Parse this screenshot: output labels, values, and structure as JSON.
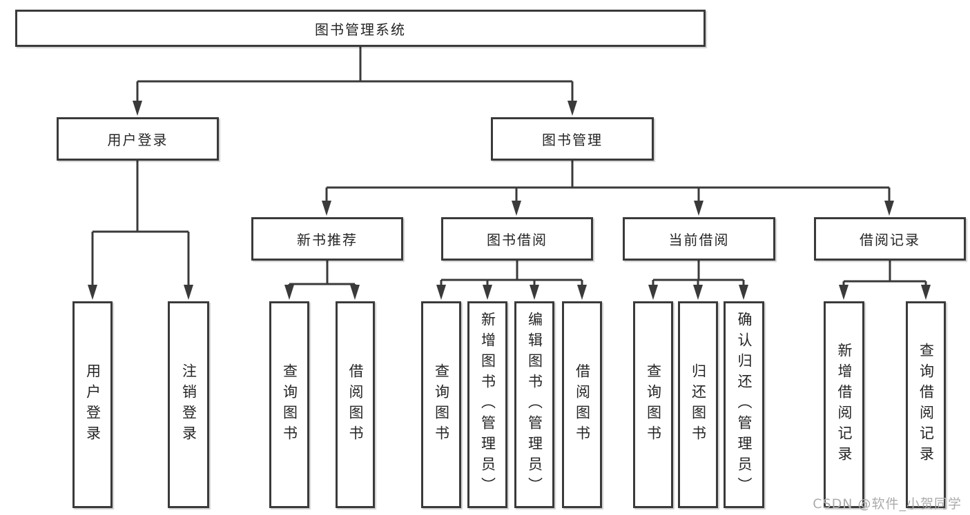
{
  "tree": {
    "label": "图书管理系统",
    "children": [
      {
        "label": "用户登录",
        "children": [
          {
            "label": "用户登录"
          },
          {
            "label": "注销登录"
          }
        ]
      },
      {
        "label": "图书管理",
        "children": [
          {
            "label": "新书推荐",
            "children": [
              {
                "label": "查询图书"
              },
              {
                "label": "借阅图书"
              }
            ]
          },
          {
            "label": "图书借阅",
            "children": [
              {
                "label": "查询图书"
              },
              {
                "label": "新增图书（管理员）"
              },
              {
                "label": "编辑图书（管理员）"
              },
              {
                "label": "借阅图书"
              }
            ]
          },
          {
            "label": "当前借阅",
            "children": [
              {
                "label": "查询图书"
              },
              {
                "label": "归还图书"
              },
              {
                "label": "确认归还（管理员）"
              }
            ]
          },
          {
            "label": "借阅记录",
            "children": [
              {
                "label": "新增借阅记录"
              },
              {
                "label": "查询借阅记录"
              }
            ]
          }
        ]
      }
    ]
  },
  "watermark": {
    "text": "CSDN @软件_小贺同学"
  },
  "colors": {
    "background": "#ffffff",
    "line": "#3a3a3a",
    "text": "#252525",
    "watermark": "#ababab"
  }
}
